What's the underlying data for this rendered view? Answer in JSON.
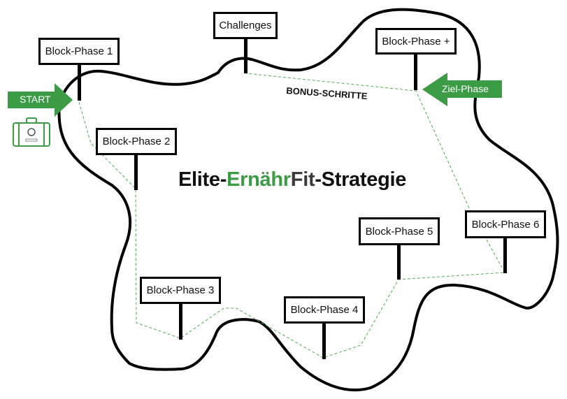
{
  "diagram": {
    "title": {
      "part1": "Elite-",
      "part2": "Ernähr",
      "part3": "Fit",
      "part4": "-Strategie"
    },
    "path_label": "BONUS-SCHRITTE",
    "start_arrow": {
      "label": "START",
      "icon": "suitcase-fitness-icon"
    },
    "goal_arrow": {
      "label": "Ziel-Phase"
    },
    "signs": [
      {
        "id": "phase-1",
        "label": "Block-Phase 1"
      },
      {
        "id": "phase-2",
        "label": "Block-Phase 2"
      },
      {
        "id": "phase-3",
        "label": "Block-Phase 3"
      },
      {
        "id": "phase-4",
        "label": "Block-Phase 4"
      },
      {
        "id": "phase-5",
        "label": "Block-Phase 5"
      },
      {
        "id": "phase-6",
        "label": "Block-Phase 6"
      },
      {
        "id": "challenges",
        "label": "Challenges"
      },
      {
        "id": "phase-plus",
        "label": "Block-Phase +"
      }
    ],
    "colors": {
      "accent_green": "#3b9c45",
      "path_green": "#4caf50",
      "outline": "#000000",
      "text": "#111111"
    }
  }
}
